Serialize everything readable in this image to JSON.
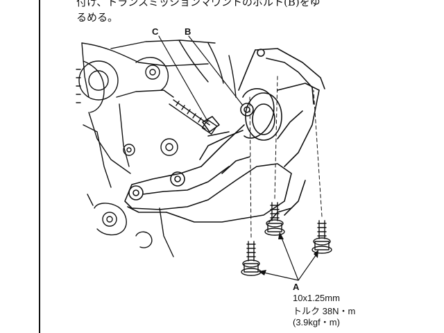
{
  "document": {
    "line1": "付け、トランスミッションマウントのボルト(B)をゆ",
    "line2": "るめる。"
  },
  "callouts": {
    "c": "C",
    "b": "B",
    "a": "A"
  },
  "spec": {
    "bolt_size": "10x1.25mm",
    "torque_nm": "トルク 38N・m",
    "torque_kgf": "(3.9kgf・m)"
  }
}
